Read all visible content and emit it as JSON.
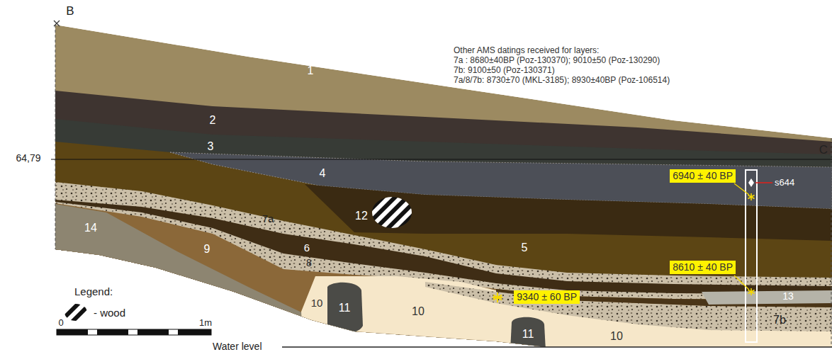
{
  "diagram": {
    "nodes": [
      {
        "text": [
          "6940 ± 40 BP"
        ]
      },
      {
        "text": [
          "8610 ± 40 BP"
        ]
      },
      {
        "text": [
          "9340 ± 60 BP"
        ]
      }
    ],
    "labels": [
      "B",
      "C",
      "64,79",
      "Other AMS datings received for layers:",
      "7a : 8680±40BP (Poz-130370); 9010±50 (Poz-130290)",
      "7b: 9100±50 (Poz-130371)",
      "7a/8/7b: 8730±70 (MKL-3185); 8930±40BP (Poz-106514)",
      "1",
      "2",
      "3",
      "4",
      "12",
      "7a",
      "6",
      "8",
      "5",
      "9",
      "14",
      "10",
      "11",
      "10",
      "11",
      "10",
      "13",
      "7b",
      "s644",
      "Legend:",
      "0",
      "1m",
      "Water level"
    ],
    "legend": [
      {
        "text": "- wood"
      }
    ]
  }
}
